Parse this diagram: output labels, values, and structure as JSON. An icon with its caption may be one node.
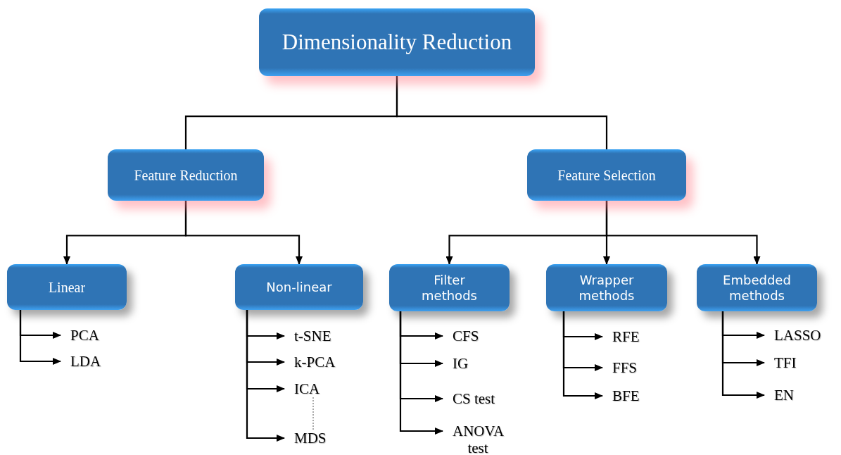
{
  "diagram": {
    "nodes": [
      {
        "text": [
          "Dimensionality Reduction"
        ]
      },
      {
        "text": [
          "Feature Reduction"
        ]
      },
      {
        "text": [
          "Feature Selection"
        ]
      },
      {
        "text": [
          "Linear"
        ]
      },
      {
        "text": [
          "Non-linear"
        ]
      },
      {
        "text": [
          "Filter methods"
        ]
      },
      {
        "text": [
          "Wrapper methods"
        ]
      },
      {
        "text": [
          "Embedded methods"
        ]
      },
      {
        "text": [
          "PCA"
        ]
      },
      {
        "text": [
          "LDA"
        ]
      },
      {
        "text": [
          "t-SNE"
        ]
      },
      {
        "text": [
          "k-PCA"
        ]
      },
      {
        "text": [
          "ICA"
        ]
      },
      {
        "text": [
          "MDS"
        ]
      },
      {
        "text": [
          "CFS"
        ]
      },
      {
        "text": [
          "IG"
        ]
      },
      {
        "text": [
          "CS test"
        ]
      },
      {
        "text": [
          "ANOVA test"
        ]
      },
      {
        "text": [
          "RFE"
        ]
      },
      {
        "text": [
          "FFS"
        ]
      },
      {
        "text": [
          "BFE"
        ]
      },
      {
        "text": [
          "LASSO"
        ]
      },
      {
        "text": [
          "TFI"
        ]
      },
      {
        "text": [
          "EN"
        ]
      }
    ],
    "edges": [
      {
        "from": 0,
        "to": 1,
        "arrow": "none"
      },
      {
        "from": 0,
        "to": 2,
        "arrow": "none"
      },
      {
        "from": 1,
        "to": 3,
        "arrow": "to"
      },
      {
        "from": 1,
        "to": 4,
        "arrow": "to"
      },
      {
        "from": 2,
        "to": 5,
        "arrow": "to"
      },
      {
        "from": 2,
        "to": 6,
        "arrow": "to"
      },
      {
        "from": 2,
        "to": 7,
        "arrow": "to"
      },
      {
        "from": 3,
        "to": 8,
        "arrow": "to"
      },
      {
        "from": 3,
        "to": 9,
        "arrow": "to"
      },
      {
        "from": 4,
        "to": 10,
        "arrow": "to"
      },
      {
        "from": 4,
        "to": 11,
        "arrow": "to"
      },
      {
        "from": 4,
        "to": 12,
        "arrow": "to"
      },
      {
        "from": 4,
        "to": 13,
        "arrow": "to"
      },
      {
        "from": 12,
        "to": 13,
        "arrow": "none",
        "style": "dashed"
      },
      {
        "from": 5,
        "to": 14,
        "arrow": "to"
      },
      {
        "from": 5,
        "to": 15,
        "arrow": "to"
      },
      {
        "from": 5,
        "to": 16,
        "arrow": "to"
      },
      {
        "from": 5,
        "to": 17,
        "arrow": "to"
      },
      {
        "from": 6,
        "to": 18,
        "arrow": "to"
      },
      {
        "from": 6,
        "to": 19,
        "arrow": "to"
      },
      {
        "from": 6,
        "to": 20,
        "arrow": "to"
      },
      {
        "from": 7,
        "to": 21,
        "arrow": "to"
      },
      {
        "from": 7,
        "to": 22,
        "arrow": "to"
      },
      {
        "from": 7,
        "to": 23,
        "arrow": "to"
      }
    ]
  }
}
